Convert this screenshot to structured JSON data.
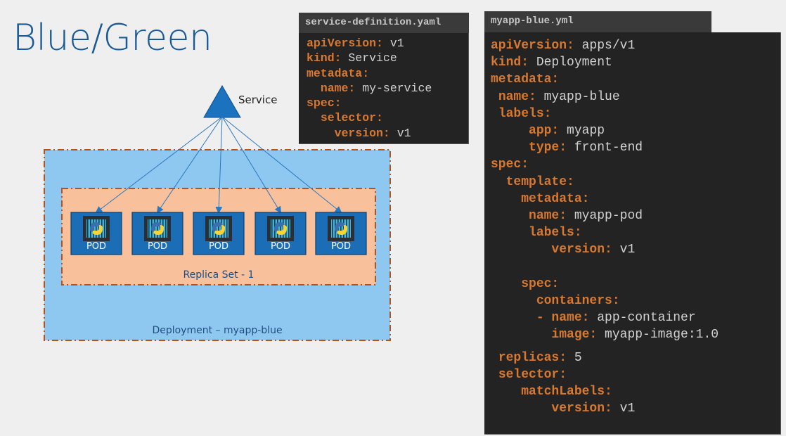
{
  "title": "Blue/Green",
  "colors": {
    "title": "#1a5a96",
    "service_triangle": "#1b72be",
    "deployment_fill": "#8ec8f0",
    "replicaset_fill": "#f9c09c",
    "dash_border": "#b5531f",
    "pod_fill": "#1b6db5",
    "arrow": "#2a78c0",
    "yaml_key": "#d9782f",
    "yaml_value": "#d2d2d2"
  },
  "diagram": {
    "service_label": "Service",
    "service_icon": "triangle-icon",
    "deployment_label": "Deployment – myapp-blue",
    "replicaset_label": "Replica Set - 1",
    "pod_icon": "python-container-icon",
    "pods": [
      {
        "label": "POD"
      },
      {
        "label": "POD"
      },
      {
        "label": "POD"
      },
      {
        "label": "POD"
      },
      {
        "label": "POD"
      }
    ]
  },
  "service_yaml": {
    "filename": "service-definition.yaml",
    "lines": [
      {
        "indent": 0,
        "key": "apiVersion:",
        "value": " v1"
      },
      {
        "indent": 0,
        "key": "kind:",
        "value": " Service"
      },
      {
        "indent": 0,
        "key": "metadata:",
        "value": ""
      },
      {
        "indent": 2,
        "key": "name:",
        "value": " my-service"
      },
      {
        "indent": 0,
        "key": "spec:",
        "value": ""
      },
      {
        "indent": 2,
        "key": "selector:",
        "value": ""
      },
      {
        "indent": 4,
        "key": "version:",
        "value": " v1"
      }
    ]
  },
  "deployment_yaml": {
    "filename": "myapp-blue.yml",
    "lines": [
      {
        "indent": 0,
        "key": "apiVersion:",
        "value": " apps/v1"
      },
      {
        "indent": 0,
        "key": "kind:",
        "value": " Deployment"
      },
      {
        "indent": 0,
        "key": "metadata:",
        "value": ""
      },
      {
        "indent": 1,
        "key": "name:",
        "value": " myapp-blue"
      },
      {
        "indent": 1,
        "key": "labels:",
        "value": ""
      },
      {
        "indent": 5,
        "key": "app:",
        "value": " myapp"
      },
      {
        "indent": 5,
        "key": "type:",
        "value": " front-end"
      },
      {
        "indent": 0,
        "key": "spec:",
        "value": ""
      },
      {
        "indent": 2,
        "key": "template:",
        "value": ""
      },
      {
        "indent": 4,
        "key": "metadata:",
        "value": ""
      },
      {
        "indent": 5,
        "key": "name:",
        "value": " myapp-pod"
      },
      {
        "indent": 5,
        "key": "labels:",
        "value": ""
      },
      {
        "indent": 8,
        "key": "version:",
        "value": " v1"
      },
      {
        "indent": 0,
        "key": "",
        "value": ""
      },
      {
        "indent": 4,
        "key": "spec:",
        "value": ""
      },
      {
        "indent": 6,
        "key": "containers:",
        "value": ""
      },
      {
        "indent": 6,
        "key": "- name:",
        "value": " app-container"
      },
      {
        "indent": 8,
        "key": "image:",
        "value": " myapp-image:1.0"
      },
      {
        "indent": 1,
        "key": "replicas:",
        "value": " 5",
        "gap_before": true
      },
      {
        "indent": 1,
        "key": "selector:",
        "value": ""
      },
      {
        "indent": 4,
        "key": "matchLabels:",
        "value": ""
      },
      {
        "indent": 8,
        "key": "version:",
        "value": " v1"
      }
    ]
  }
}
